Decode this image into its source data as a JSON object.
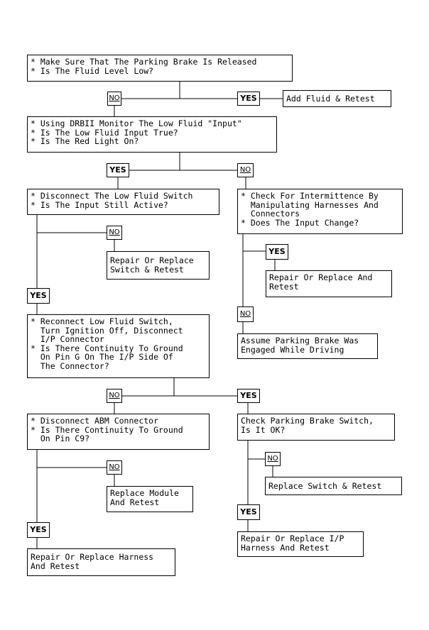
{
  "flowchart": {
    "nodes": {
      "q_fluid": "* Make Sure That The Parking Brake Is Released\n* Is The Fluid Level Low?",
      "add_fluid": "Add Fluid & Retest",
      "q_drbii": "* Using DRBII Monitor The Low Fluid \"Input\"\n* Is The Low Fluid Input True?\n* Is The Red Light On?",
      "q_disconnect_switch": "* Disconnect The Low Fluid Switch\n* Is The Input Still Active?",
      "q_intermittence": "* Check For Intermittence By\n  Manipulating Harnesses And\n  Connectors\n* Does The Input Change?",
      "repair_switch": "Repair Or Replace\nSwitch & Retest",
      "repair_and_retest": "Repair Or Replace And\nRetest",
      "assume_parking": "Assume Parking Brake Was\nEngaged While Driving",
      "q_reconnect": "* Reconnect Low Fluid Switch,\n  Turn Ignition Off, Disconnect\n  I/P Connector\n* Is There Continuity To Ground\n  On Pin G On The I/P Side Of\n  The Connector?",
      "q_abm": "* Disconnect ABM Connector\n* Is There Continuity To Ground\n  On Pin C9?",
      "q_parking_switch": "Check Parking Brake Switch,\nIs It OK?",
      "replace_module": "Replace Module\nAnd Retest",
      "replace_switch": "Replace Switch & Retest",
      "repair_harness": "Repair Or Replace Harness\nAnd Retest",
      "repair_ip_harness": "Repair Or Replace I/P\nHarness And Retest"
    },
    "labels": {
      "yes": "YES",
      "no": "NO"
    }
  }
}
